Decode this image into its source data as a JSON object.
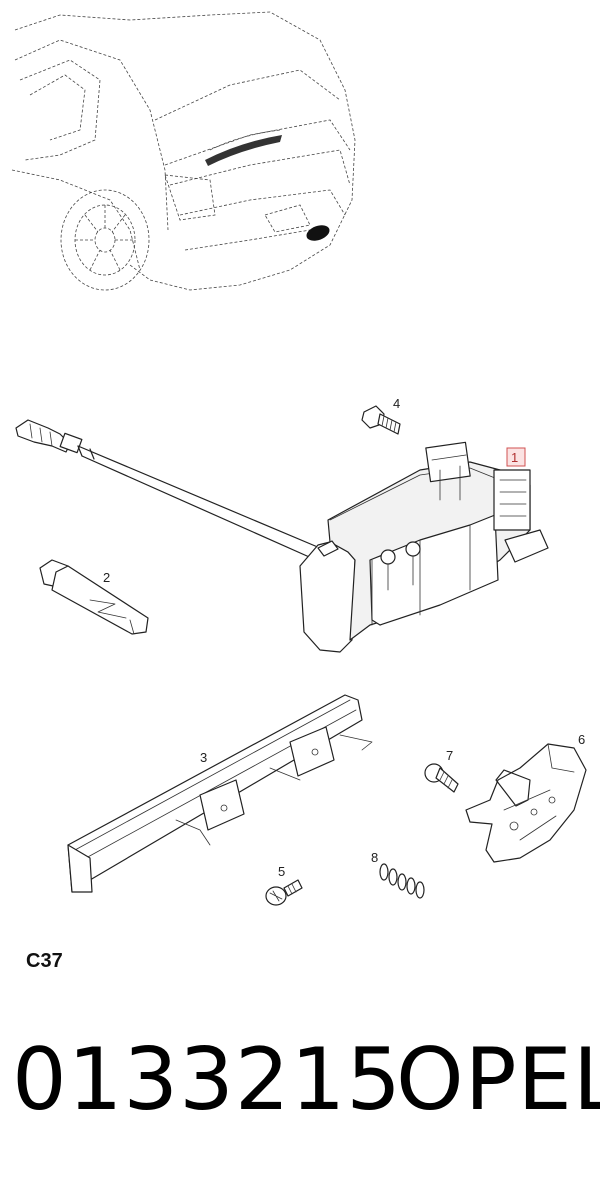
{
  "figure": {
    "code": "C37",
    "callouts": {
      "p1": "1",
      "p2": "2",
      "p3": "3",
      "p4": "4",
      "p5": "5",
      "p6": "6",
      "p7": "7",
      "p8": "8"
    },
    "highlighted_callout": "1",
    "highlight_color": "#d05050"
  },
  "footer": {
    "part_number": "0133215",
    "brand": "OPEL"
  }
}
